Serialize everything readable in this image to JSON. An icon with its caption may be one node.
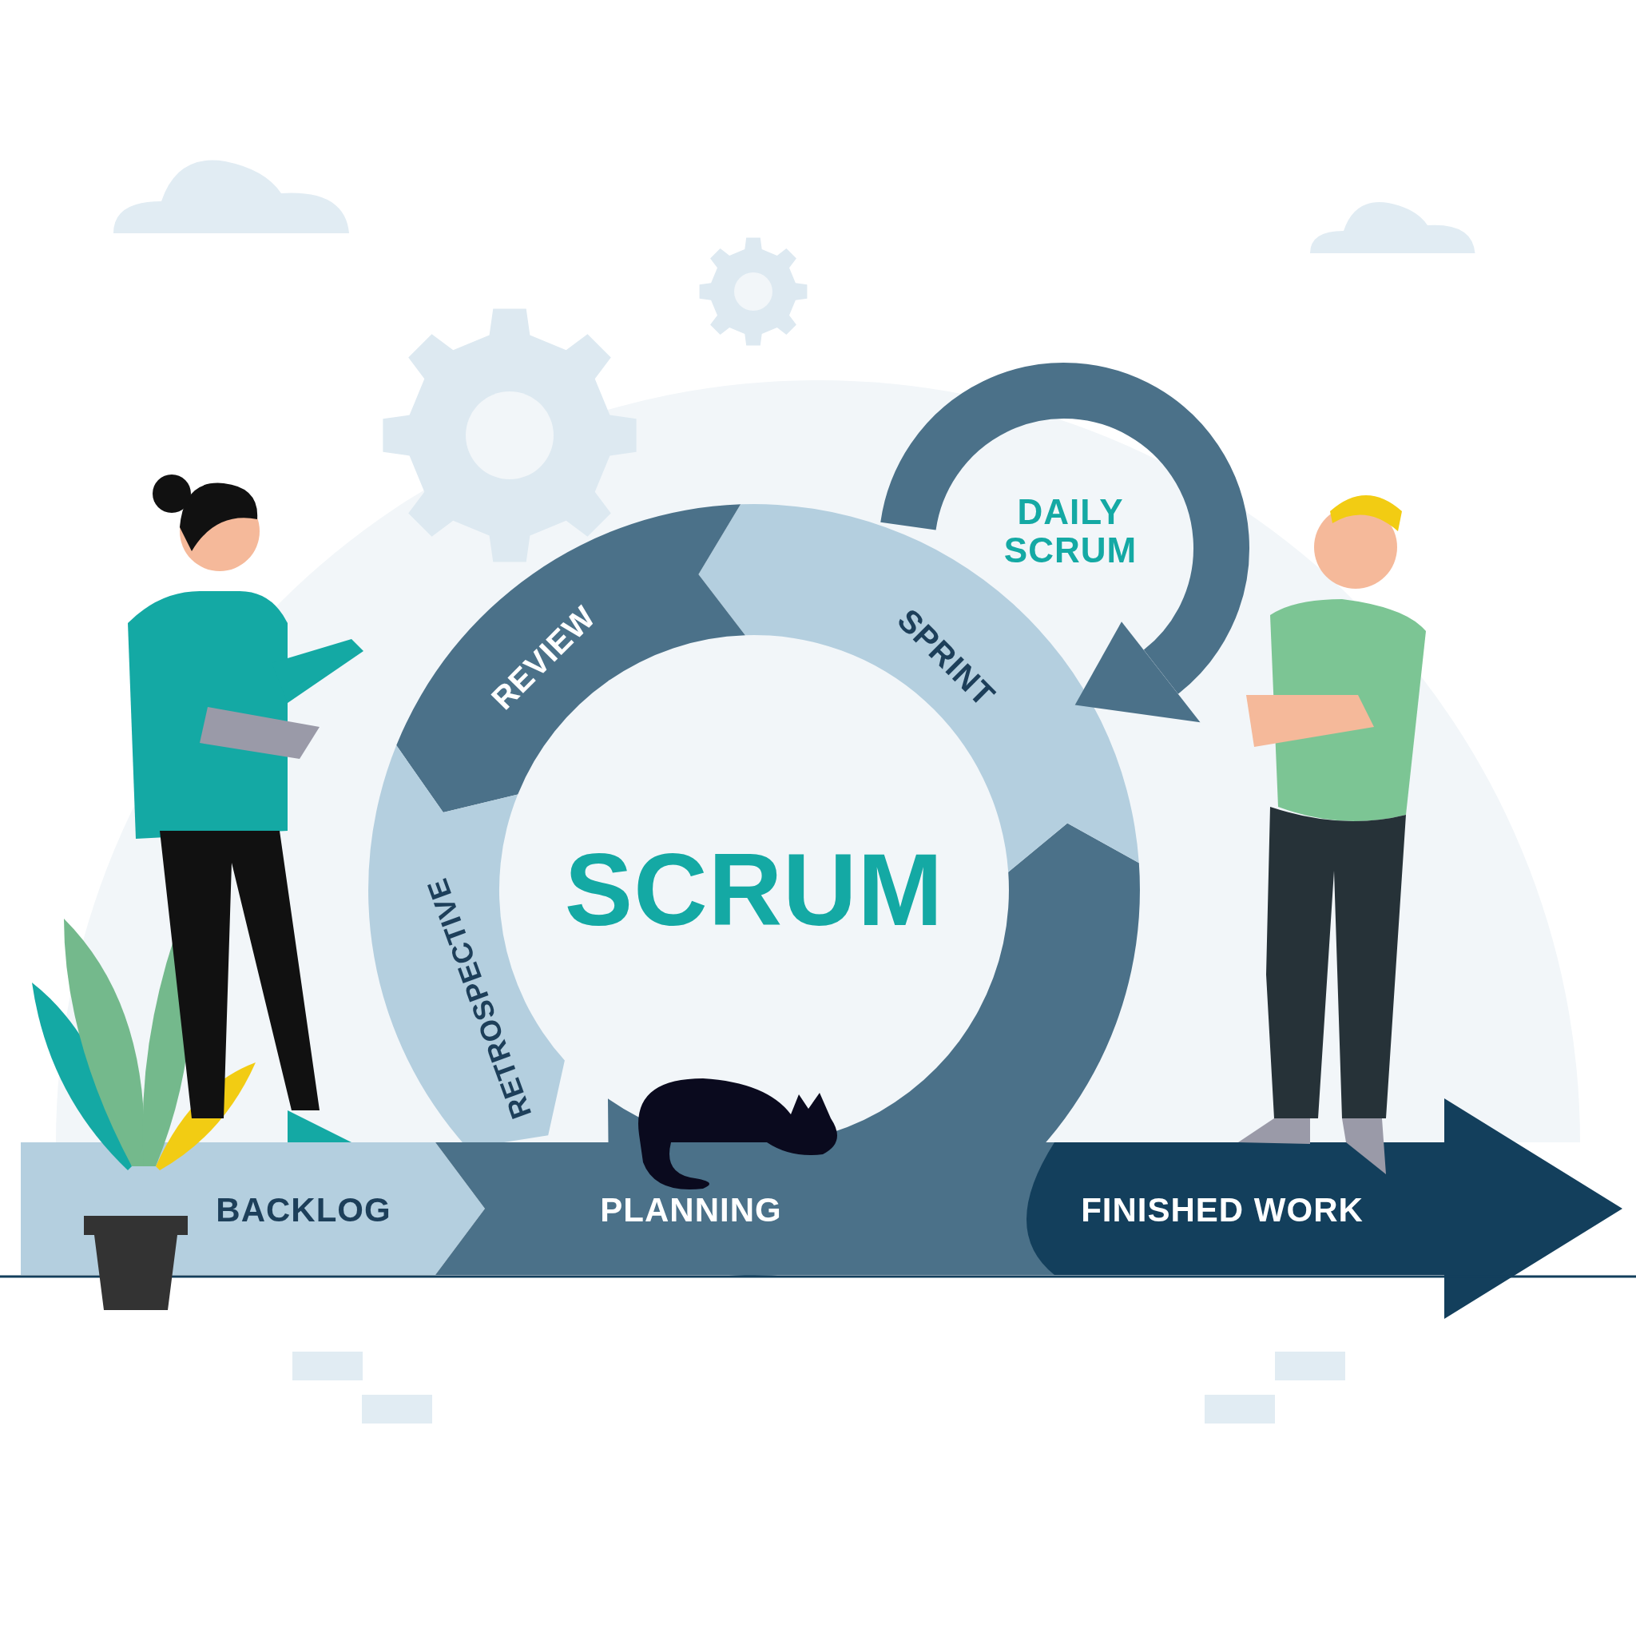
{
  "diagram": {
    "nodes": [
      {
        "text": [
          "DAILY SCRUM"
        ]
      },
      {
        "text": [
          "REVIEW"
        ]
      },
      {
        "text": [
          "SPRINT"
        ]
      },
      {
        "text": [
          "RETROSPECTIVE"
        ]
      },
      {
        "text": [
          "SCRUM"
        ]
      },
      {
        "text": [
          "BACKLOG"
        ]
      },
      {
        "text": [
          "PLANNING"
        ]
      },
      {
        "text": [
          "FINISHED WORK"
        ]
      }
    ]
  }
}
